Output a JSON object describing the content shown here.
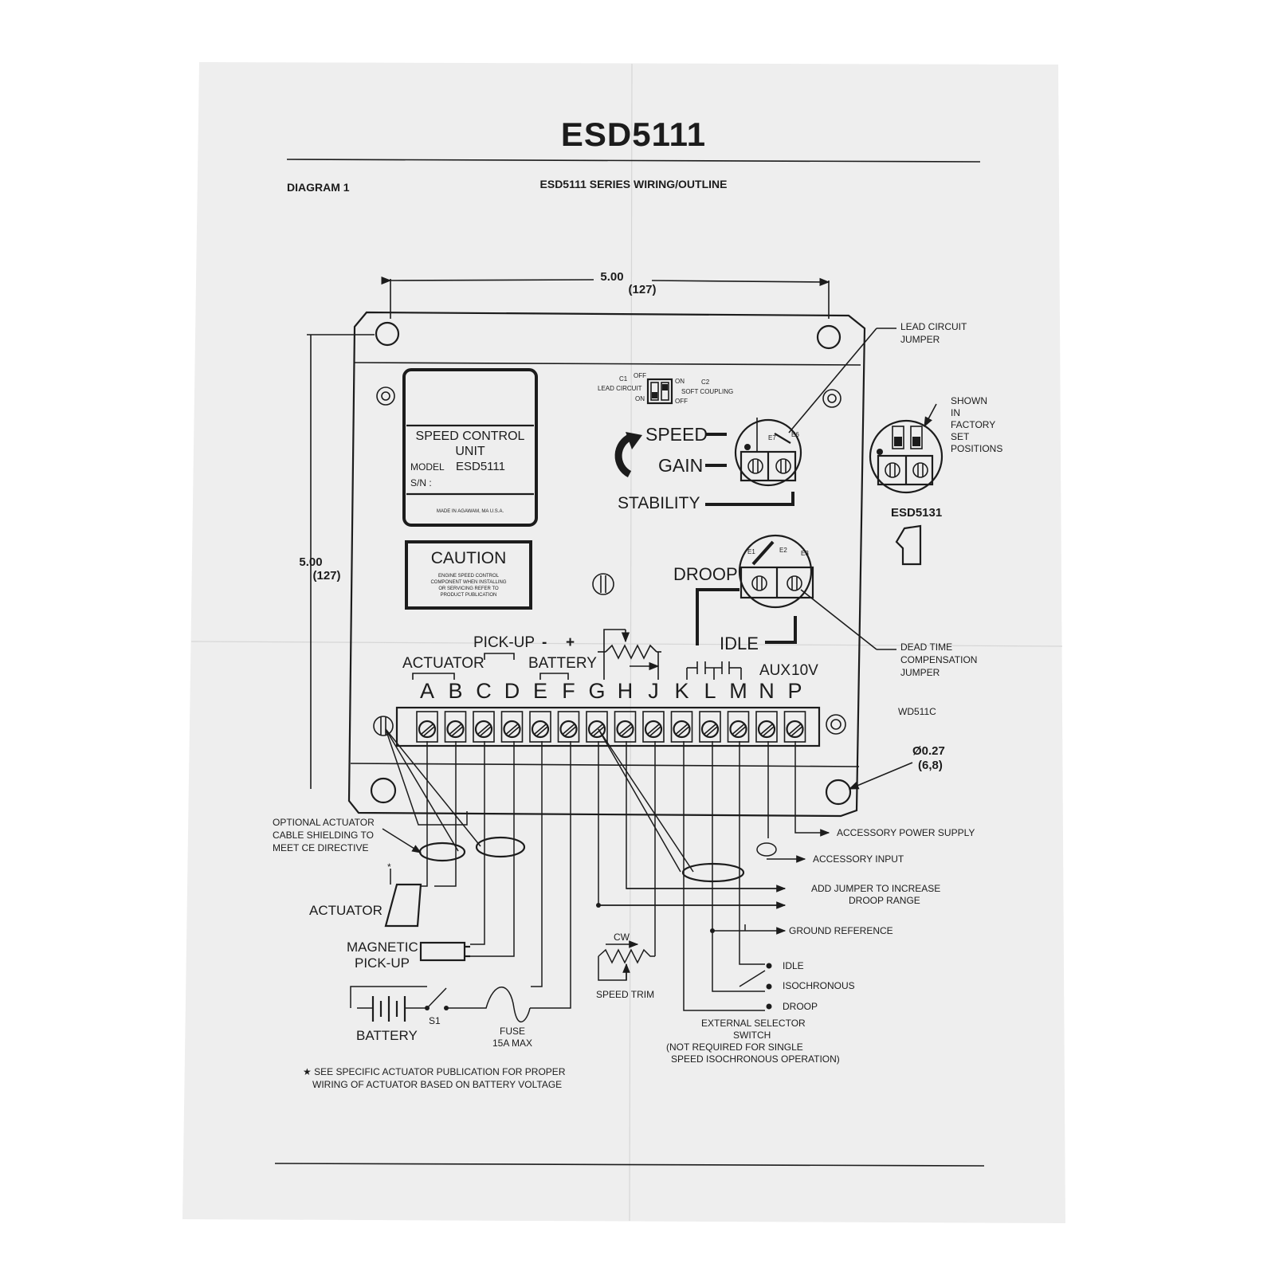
{
  "title": "ESD5111",
  "diagram_label": "DIAGRAM 1",
  "subtitle": "ESD5111 SERIES WIRING/OUTLINE",
  "dimensions": {
    "width_in": "5.00",
    "width_mm": "(127)",
    "height_in": "5.00",
    "height_mm": "(127)",
    "hole_in": "Ø0.27",
    "hole_mm": "(6,8)"
  },
  "label_plate": {
    "line1": "SPEED CONTROL",
    "line2": "UNIT",
    "model_label": "MODEL",
    "model_value": "ESD5111",
    "sn_label": "S/N :",
    "made_in": "MADE IN AGAWAM, MA U.S.A."
  },
  "caution": {
    "heading": "CAUTION",
    "line1": "ENGINE SPEED CONTROL",
    "line2": "COMPONENT  WHEN INSTALLING",
    "line3": "OR SERVICING REFER TO",
    "line4": "PRODUCT PUBLICATION"
  },
  "dip_switch": {
    "c1": "C1",
    "lead_circuit": "LEAD CIRCUIT",
    "off_top": "OFF",
    "on_bottom": "ON",
    "on_right": "ON",
    "c2": "C2",
    "soft_coupling": "SOFT COUPLING",
    "off_right": "OFF"
  },
  "adjustments": {
    "speed": "SPEED",
    "gain": "GAIN",
    "stability": "STABILITY",
    "droop": "DROOP",
    "idle": "IDLE",
    "e1": "E1",
    "e2": "E2",
    "e3": "E3",
    "e7": "E7",
    "e6": "E6"
  },
  "callouts": {
    "lead_circuit_jumper_1": "LEAD CIRCUIT",
    "lead_circuit_jumper_2": "JUMPER",
    "shown_1": "SHOWN",
    "shown_2": "IN",
    "shown_3": "FACTORY",
    "shown_4": "SET",
    "shown_5": "POSITIONS",
    "esd5131": "ESD5131",
    "dead_time_1": "DEAD TIME",
    "dead_time_2": "COMPENSATION",
    "dead_time_3": "JUMPER",
    "part_no": "WD511C"
  },
  "terminal_groups": {
    "actuator": "ACTUATOR",
    "pickup": "PICK-UP",
    "battery": "BATTERY",
    "minus": "-",
    "plus": "+",
    "aux": "AUX",
    "ten_v": "10V"
  },
  "terminals": [
    "A",
    "B",
    "C",
    "D",
    "E",
    "F",
    "G",
    "H",
    "J",
    "K",
    "L",
    "M",
    "N",
    "P"
  ],
  "wiring": {
    "shielding_1": "OPTIONAL ACTUATOR",
    "shielding_2": "CABLE SHIELDING TO",
    "shielding_3": "MEET CE DIRECTIVE",
    "star": "*",
    "actuator": "ACTUATOR",
    "magnetic_1": "MAGNETIC",
    "magnetic_2": "PICK-UP",
    "battery": "BATTERY",
    "s1": "S1",
    "fuse_1": "FUSE",
    "fuse_2": "15A MAX",
    "cw": "CW",
    "speed_trim": "SPEED TRIM",
    "accessory_power": "ACCESSORY POWER SUPPLY",
    "accessory_input": "ACCESSORY INPUT",
    "add_jumper_1": "ADD JUMPER TO INCREASE",
    "add_jumper_2": "DROOP RANGE",
    "ground_ref": "GROUND REFERENCE",
    "idle": "IDLE",
    "isochronous": "ISOCHRONOUS",
    "droop": "DROOP",
    "selector_1": "EXTERNAL SELECTOR",
    "selector_2": "SWITCH",
    "selector_3": "(NOT REQUIRED FOR SINGLE",
    "selector_4": "SPEED ISOCHRONOUS OPERATION)"
  },
  "footnote": {
    "line1": "★ SEE SPECIFIC ACTUATOR PUBLICATION FOR PROPER",
    "line2": "WIRING OF ACTUATOR BASED ON BATTERY VOLTAGE"
  }
}
